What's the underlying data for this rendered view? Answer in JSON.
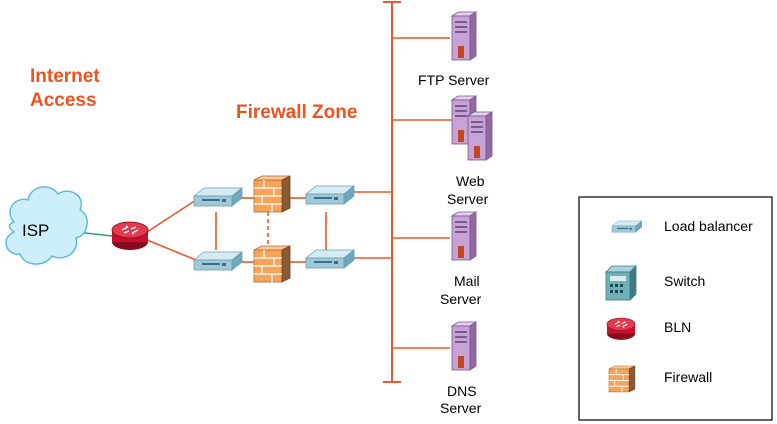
{
  "zones": {
    "internet_line1": "Internet",
    "internet_line2": "Access",
    "firewall": "Firewall Zone"
  },
  "isp": {
    "label": "ISP"
  },
  "servers": {
    "ftp": {
      "line1": "FTP Server",
      "line2": ""
    },
    "web": {
      "line1": "Web",
      "line2": "Server"
    },
    "mail": {
      "line1": "Mail",
      "line2": "Server"
    },
    "dns": {
      "line1": "DNS",
      "line2": "Server"
    }
  },
  "legend": {
    "items": [
      {
        "label": "Load balancer",
        "icon": "load-balancer-icon"
      },
      {
        "label": "Switch",
        "icon": "switch-icon"
      },
      {
        "label": "BLN",
        "icon": "router-icon"
      },
      {
        "label": "Firewall",
        "icon": "firewall-icon"
      }
    ]
  },
  "colors": {
    "link": "#e8582a",
    "isp_link": "#2e9e7a",
    "zone_title": "#f0521d",
    "server": "#c6a2d6",
    "load_balancer": "#9fc9d9",
    "router": "#c8102e",
    "firewall": "#f5a45a"
  }
}
